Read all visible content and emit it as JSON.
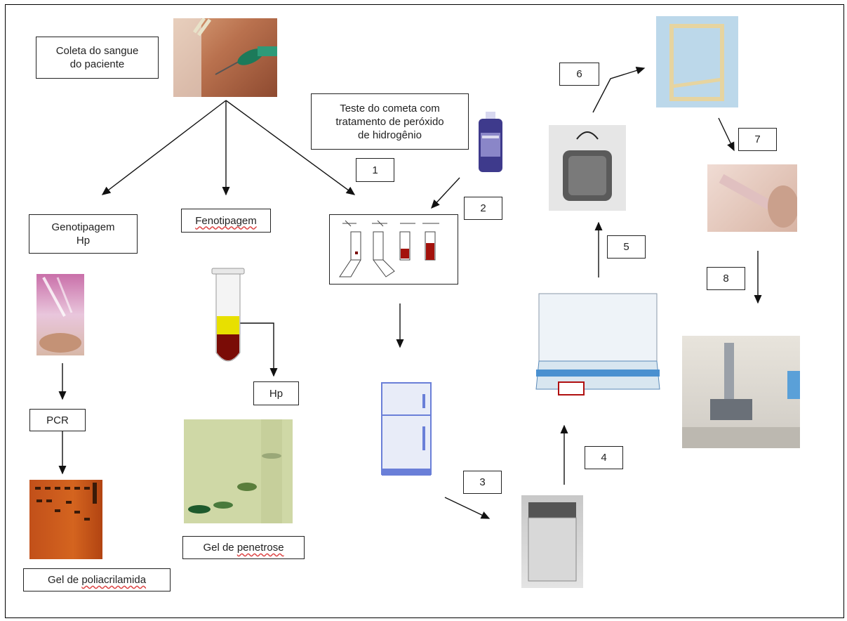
{
  "labels": {
    "blood_collection": "Coleta do sangue\ndo paciente",
    "comet_test": "Teste do cometa com\ntratamento de peróxido\nde hidrogênio",
    "genotyping": "Genotipagem\nHp",
    "phenotyping": "Fenotipagem",
    "hp": "Hp",
    "pcr": "PCR",
    "gel_prefix": "Gel de ",
    "polyacrylamide_gel": "poliacrilamida",
    "penetrose_gel": "penetrose"
  },
  "steps": [
    "1",
    "2",
    "3",
    "4",
    "5",
    "6",
    "7",
    "8"
  ],
  "colors": {
    "blood": "#7a0c06",
    "yellow_plasma": "#e8e000",
    "fridge_blue": "#6a7fd8",
    "gel_orange": "#c2501a"
  }
}
